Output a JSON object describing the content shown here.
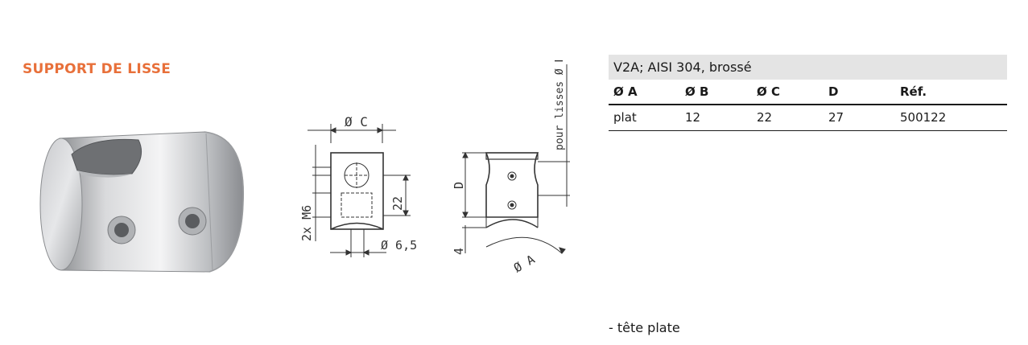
{
  "title": "SUPPORT DE LISSE",
  "spec": {
    "material": "V2A; AISI 304, brossé",
    "headers": [
      "Ø A",
      "Ø B",
      "Ø C",
      "D",
      "Réf."
    ],
    "rows": [
      [
        "plat",
        "12",
        "22",
        "27",
        "500122"
      ]
    ]
  },
  "note": "-  tête plate",
  "drawing": {
    "dim_c": "Ø C",
    "dim_22": "22",
    "dim_m6": "2x M6",
    "dim_65": "Ø 6,5",
    "dim_d": "D",
    "dim_4": "4",
    "dim_a": "Ø A",
    "dim_b": "pour lisses Ø B"
  }
}
